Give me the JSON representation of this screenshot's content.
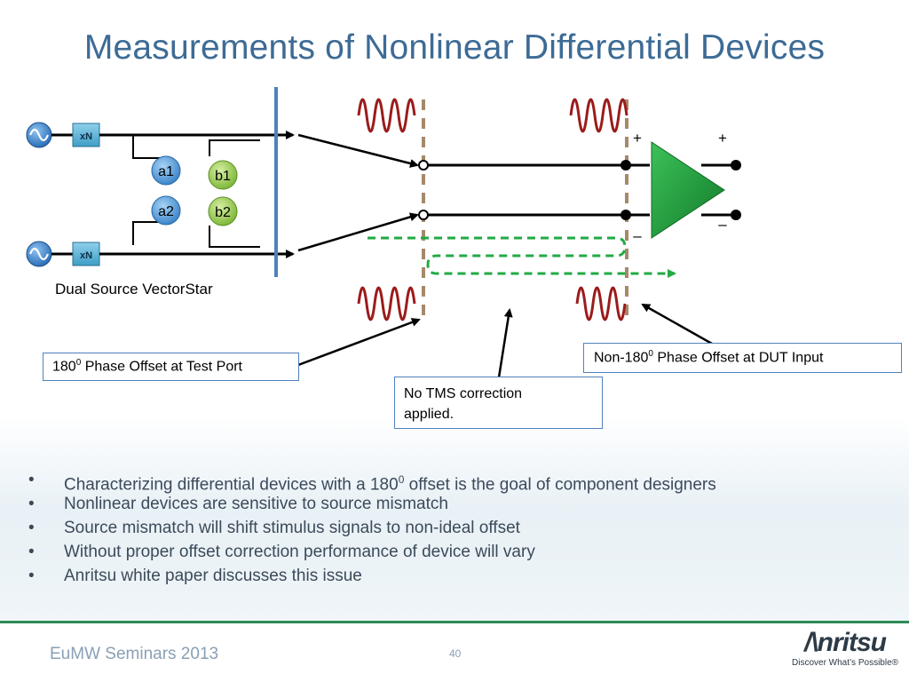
{
  "title": "Measurements of Nonlinear Differential Devices",
  "diagram": {
    "multiplier_label": "xN",
    "a1": "a1",
    "a2": "a2",
    "b1": "b1",
    "b2": "b2",
    "source_label": "Dual Source VectorStar",
    "plus": "+",
    "minus": "–"
  },
  "callouts": {
    "test_port_base": "180",
    "test_port_sup": "0",
    "test_port_rest": " Phase Offset at Test Port",
    "dut_prefix": "Non-180",
    "dut_sup": "0",
    "dut_rest": " Phase Offset at DUT Input",
    "tms_line1": "No TMS correction",
    "tms_line2": "applied."
  },
  "bullets": {
    "b1_pre": "Characterizing differential devices with a 180",
    "b1_sup": "0",
    "b1_post": " offset is the goal of component designers",
    "b2": "Nonlinear devices are sensitive to source mismatch",
    "b3": "Source mismatch will shift stimulus signals to non-ideal offset",
    "b4": "Without proper offset correction performance of device will vary",
    "b5": "Anritsu white paper discusses this issue"
  },
  "footer": {
    "left": "EuMW Seminars 2013",
    "page": "40",
    "logo": "/\\nritsu",
    "tagline": "Discover What’s Possible®"
  },
  "colors": {
    "title": "#3d6b95",
    "wave": "#9b1c1c",
    "amp": "#1e9e3a",
    "dashed_green": "#22aa44",
    "divider": "#4f81bd",
    "dashed_brown": "#a58a6a"
  }
}
